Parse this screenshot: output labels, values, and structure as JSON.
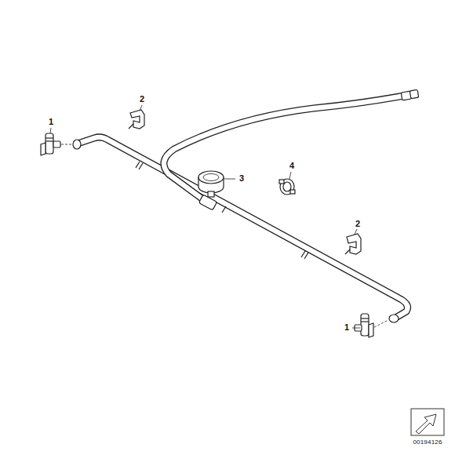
{
  "diagram": {
    "labels": [
      "1",
      "2",
      "3",
      "4",
      "2",
      "1",
      "00194126"
    ]
  }
}
